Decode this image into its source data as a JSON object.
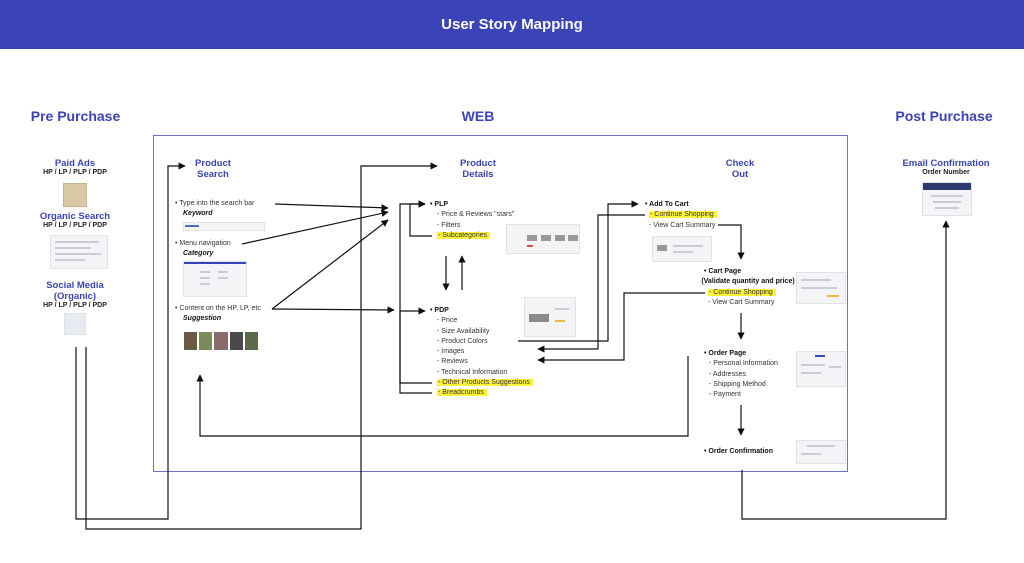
{
  "header": {
    "title": "User Story Mapping"
  },
  "sections": {
    "pre": "Pre Purchase",
    "web": "WEB",
    "post": "Post Purchase"
  },
  "pre_purchase": {
    "paid_ads": {
      "title": "Paid Ads",
      "pages": "HP / LP / PLP / PDP"
    },
    "organic": {
      "title": "Organic Search",
      "pages": "HP / LP / PLP / PDP"
    },
    "social": {
      "title_1": "Social Media",
      "title_2": "(Organic)",
      "pages": "HP / LP / PLP / PDP"
    }
  },
  "product_search": {
    "title_1": "Product",
    "title_2": "Search",
    "search_bar": "Type into the search bar",
    "keyword": "Keyword",
    "menu": "Menu navigation",
    "category": "Category",
    "content": "Content on the HP, LP, etc",
    "suggestion": "Suggestion"
  },
  "product_details": {
    "title_1": "Product",
    "title_2": "Details",
    "plp": "PLP",
    "plp_items": [
      "- Price & Reviews \"stars\"",
      "- Filters",
      "- Subcategories"
    ],
    "pdp": "PDP",
    "pdp_items": [
      "- Price",
      "- Size Availability",
      "- Product Colors",
      "- Images",
      "- Reviews",
      "- Technical Information",
      "- Other Products Suggestions",
      "- Breadcrumbs"
    ]
  },
  "checkout": {
    "title_1": "Check",
    "title_2": "Out",
    "add_to_cart": "Add To Cart",
    "atc_items": [
      "- Continue Shopping",
      "- View Cart Summary"
    ],
    "cart_page": "Cart Page",
    "cart_note": "(Validate quantity and price)",
    "cart_items": [
      "- Continue Shopping",
      "- View Cart Summary"
    ],
    "order_page": "Order Page",
    "order_items": [
      "- Personal Information",
      "- Addresses",
      "- Shipping Method",
      "- Payment"
    ],
    "order_confirmation": "Order Confirmation"
  },
  "post_purchase": {
    "email": "Email Confirmation",
    "order_number": "Order Number"
  },
  "colors": {
    "brand": "#3a44b8",
    "highlight": "#fff23a",
    "frame": "#6b6fd0"
  }
}
